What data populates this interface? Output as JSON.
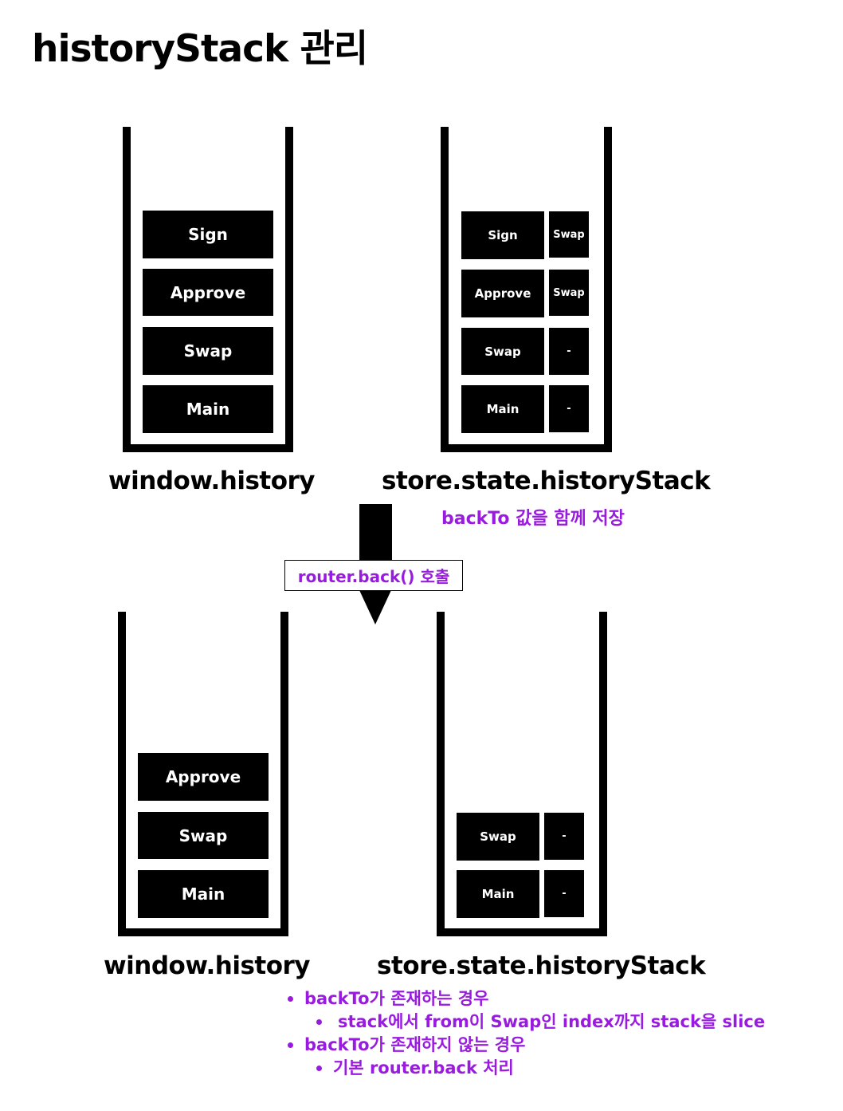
{
  "title": "historyStack 관리",
  "colors": {
    "accent": "#9a1be0",
    "block": "#000000"
  },
  "before": {
    "window_history": {
      "caption": "window.history",
      "items": [
        "Sign",
        "Approve",
        "Swap",
        "Main"
      ]
    },
    "history_stack": {
      "caption": "store.state.historyStack",
      "items": [
        {
          "name": "Sign",
          "backTo": "Swap"
        },
        {
          "name": "Approve",
          "backTo": "Swap"
        },
        {
          "name": "Swap",
          "backTo": "-"
        },
        {
          "name": "Main",
          "backTo": "-"
        }
      ],
      "note": "backTo 값을 함께 저장"
    }
  },
  "action": {
    "label": "router.back() 호출"
  },
  "after": {
    "window_history": {
      "caption": "window.history",
      "items": [
        "Approve",
        "Swap",
        "Main"
      ]
    },
    "history_stack": {
      "caption": "store.state.historyStack",
      "items": [
        {
          "name": "Swap",
          "backTo": "-"
        },
        {
          "name": "Main",
          "backTo": "-"
        }
      ]
    }
  },
  "notes": [
    {
      "text": "backTo가 존재하는 경우",
      "level": 1
    },
    {
      "text": "stack에서 from이 Swap인 index까지 stack을 slice",
      "level": 2
    },
    {
      "text": "backTo가 존재하지 않는 경우",
      "level": 1
    },
    {
      "text": "기본 router.back 처리",
      "level": 2
    }
  ]
}
